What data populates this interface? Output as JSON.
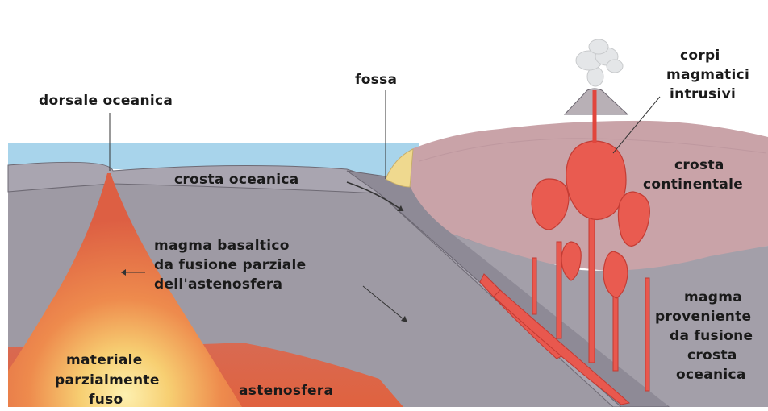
{
  "diagram": {
    "labels": {
      "dorsale": "dorsale oceanica",
      "fossa": "fossa",
      "corpi": [
        "corpi",
        "magmatici",
        "intrusivi"
      ],
      "crosta_oceanica": "crosta oceanica",
      "crosta_continentale": [
        "crosta",
        "continentale"
      ],
      "magma_basaltico": [
        "magma basaltico",
        "da fusione parziale",
        "dell'astenosfera"
      ],
      "magma_proveniente": [
        "magma",
        "proveniente",
        "da fusione",
        "crosta",
        "oceanica"
      ],
      "materiale": [
        "materiale",
        "parzialmente",
        "fuso"
      ],
      "astenosfera": "astenosfera"
    },
    "colors": {
      "ocean": "#a7d3ea",
      "oceanic_crust": "#9b97a3",
      "mantle": "#9d99a3",
      "continental_crust": "#c9a3a8",
      "magma": "#e8584e",
      "asthenosphere": "#d9674c",
      "hot_core": "#fbe7a2",
      "sediment": "#eedc98"
    },
    "icons": [
      "volcano-cone",
      "eruption-plume",
      "ridge-line-pointer",
      "trench-line-pointer",
      "subduction-arrow",
      "flow-arrow"
    ]
  }
}
